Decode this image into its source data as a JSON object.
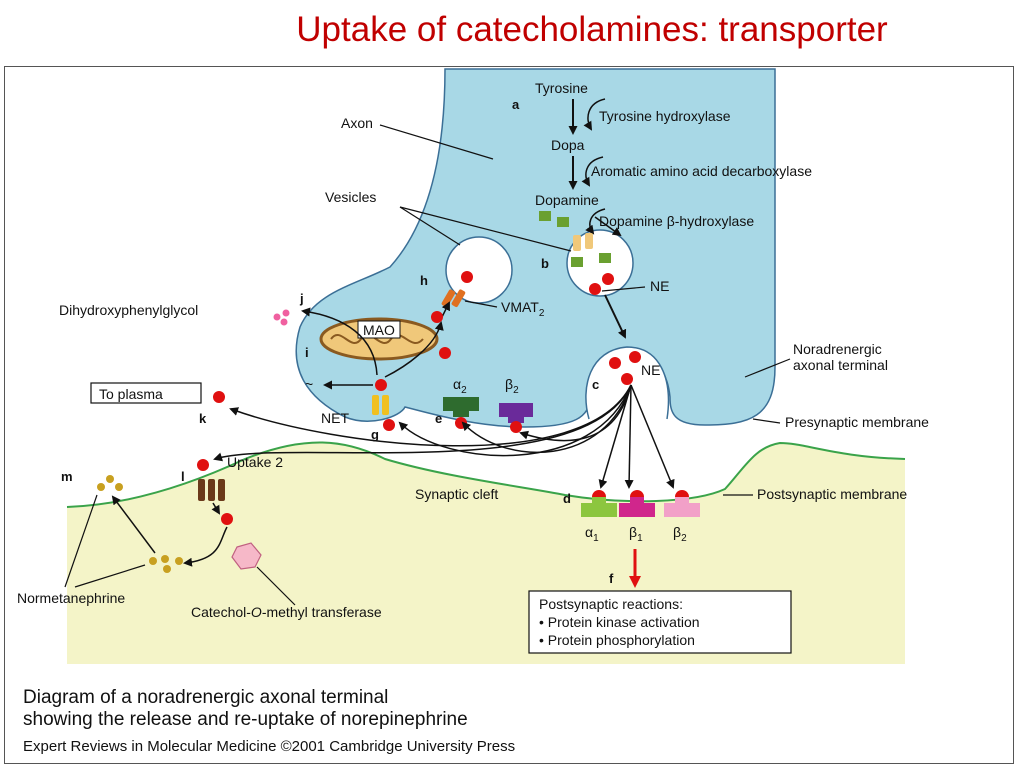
{
  "slide_title": "Uptake of catecholamines: transporter",
  "labels": {
    "tyrosine": "Tyrosine",
    "tyrosine_hydroxylase": "Tyrosine hydroxylase",
    "dopa": "Dopa",
    "aadc": "Aromatic amino acid decarboxylase",
    "dopamine": "Dopamine",
    "dbh_prefix": "Dopamine ",
    "dbh_beta": "β",
    "dbh_suffix": "-hydroxylase",
    "axon": "Axon",
    "vesicles": "Vesicles",
    "ne_b": "NE",
    "ne_c": "NE",
    "vmat_base": "VMAT",
    "vmat_sub": "2",
    "mao": "MAO",
    "dhpg": "Dihydroxyphenylglycol",
    "to_plasma": "To plasma",
    "net": "NET",
    "alpha2_sym": "α",
    "alpha2_sub": "2",
    "beta2_pre_sym": "β",
    "beta2_pre_sub": "2",
    "nor_terminal_1": "Noradrenergic",
    "nor_terminal_2": "axonal terminal",
    "presynaptic_membrane": "Presynaptic membrane",
    "uptake2": "Uptake 2",
    "synaptic_cleft": "Synaptic cleft",
    "postsynaptic_membrane": "Postsynaptic membrane",
    "alpha1_sym": "α",
    "alpha1_sub": "1",
    "beta1_sym": "β",
    "beta1_sub": "1",
    "beta2_post_sym": "β",
    "beta2_post_sub": "2",
    "normetanephrine": "Normetanephrine",
    "comt_prefix": "Catechol-",
    "comt_o": "O",
    "comt_suffix": "-methyl transferase",
    "postsyn_title": "Postsynaptic reactions:",
    "postsyn_item1": "• Protein kinase activation",
    "postsyn_item2": "• Protein phosphorylation"
  },
  "letters": {
    "a": "a",
    "b": "b",
    "c": "c",
    "d": "d",
    "e": "e",
    "f": "f",
    "g": "g",
    "h": "h",
    "i": "i",
    "j": "j",
    "k": "k",
    "l": "l",
    "m": "m"
  },
  "caption": {
    "line1": "Diagram of a noradrenergic axonal terminal",
    "line2": "showing the release and re-uptake of norepinephrine",
    "credit": "Expert Reviews in Molecular Medicine ©2001 Cambridge University Press"
  },
  "colors": {
    "title": "#c00000",
    "axon_fill": "#a8d8e6",
    "postsynaptic_fill": "#f4f4c8",
    "membrane_line": "#3aa34a",
    "ne_dot": "#e01010",
    "alpha2": "#2e6b2e",
    "beta2_pre": "#6a2a9a",
    "alpha1": "#8cc63f",
    "beta1": "#d0268c",
    "beta2_post": "#f2a0c8",
    "vmat": "#e07020",
    "net": "#f0c020",
    "uptake2": "#6b3a1a",
    "comt": "#f6b8c8",
    "metabolite": "#c8a020",
    "dopamine_square": "#6aa030",
    "reaction_arrow": "#e01010"
  }
}
